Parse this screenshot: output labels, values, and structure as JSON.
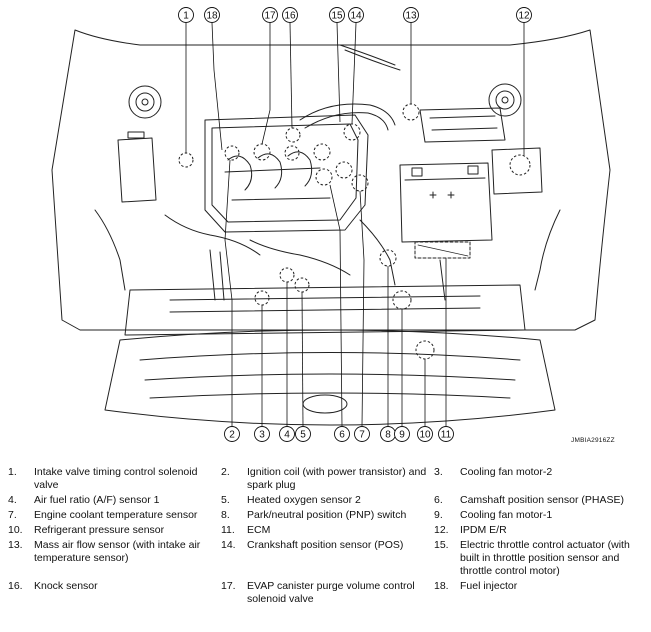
{
  "figure_id": "JMBIA2916ZZ",
  "callouts": [
    "1",
    "2",
    "3",
    "4",
    "5",
    "6",
    "7",
    "8",
    "9",
    "10",
    "11",
    "12",
    "13",
    "14",
    "15",
    "16",
    "17",
    "18"
  ],
  "legend": [
    {
      "num": "1.",
      "text": "Intake valve timing control solenoid valve"
    },
    {
      "num": "2.",
      "text": "Ignition coil (with power transistor) and spark plug"
    },
    {
      "num": "3.",
      "text": "Cooling fan motor-2"
    },
    {
      "num": "4.",
      "text": "Air fuel ratio (A/F) sensor 1"
    },
    {
      "num": "5.",
      "text": "Heated oxygen sensor 2"
    },
    {
      "num": "6.",
      "text": "Camshaft position sensor (PHASE)"
    },
    {
      "num": "7.",
      "text": "Engine coolant temperature sensor"
    },
    {
      "num": "8.",
      "text": "Park/neutral position (PNP) switch"
    },
    {
      "num": "9.",
      "text": "Cooling fan motor-1"
    },
    {
      "num": "10.",
      "text": "Refrigerant pressure sensor"
    },
    {
      "num": "11.",
      "text": "ECM"
    },
    {
      "num": "12.",
      "text": "IPDM E/R"
    },
    {
      "num": "13.",
      "text": "Mass air flow sensor (with intake air temperature sensor)"
    },
    {
      "num": "14.",
      "text": "Crankshaft position sensor (POS)"
    },
    {
      "num": "15.",
      "text": "Electric throttle control actuator (with built in throttle position sensor and throttle control motor)"
    },
    {
      "num": "16.",
      "text": "Knock sensor"
    },
    {
      "num": "17.",
      "text": "EVAP canister purge volume control solenoid valve"
    },
    {
      "num": "18.",
      "text": "Fuel injector"
    }
  ]
}
